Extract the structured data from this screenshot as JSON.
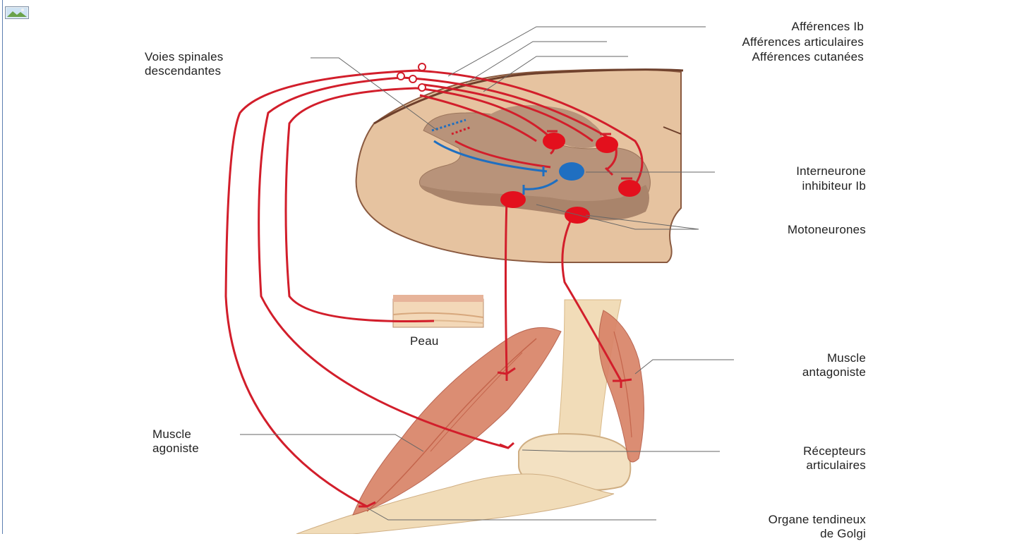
{
  "labels": {
    "afferences_ib": "Afférences Ib",
    "afferences_articulaires": "Afférences articulaires",
    "afferences_cutanees": "Afférences cutanées",
    "voies_spinales_1": "Voies spinales",
    "voies_spinales_2": "descendantes",
    "interneurone_1": "Interneurone",
    "interneurone_2": "inhibiteur Ib",
    "motoneurones": "Motoneurones",
    "peau": "Peau",
    "muscle_antagoniste_1": "Muscle",
    "muscle_antagoniste_2": "antagoniste",
    "muscle_agoniste_1": "Muscle",
    "muscle_agoniste_2": "agoniste",
    "recepteurs_1": "Récepteurs",
    "recepteurs_2": "articulaires",
    "organe_1": "Organe tendineux",
    "organe_2": "de Golgi"
  },
  "colors": {
    "nerve": "#d21e2b",
    "neuron_red": "#e3101d",
    "neuron_blue": "#1f6fc1",
    "gray_matter": "#b89479",
    "white_matter": "#e9c9a6",
    "outline": "#7a4a35",
    "bone": "#f1dcb8",
    "muscle": "#d98468"
  },
  "icons": {
    "broken_image": "broken-image-icon"
  }
}
